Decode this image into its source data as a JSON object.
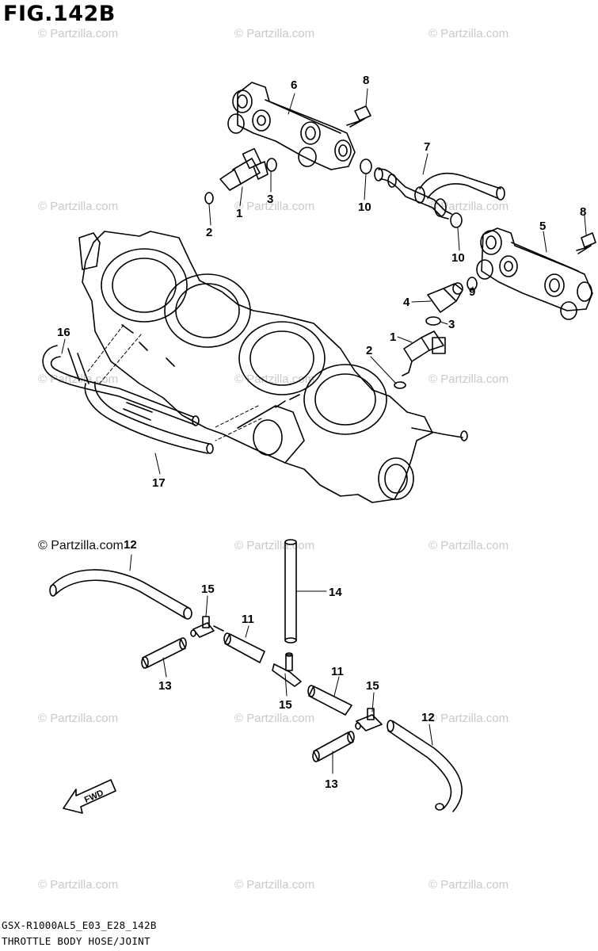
{
  "figure": {
    "title": "FIG.142B"
  },
  "watermark": {
    "text": "© Partzilla.com"
  },
  "callouts": {
    "c1a": "1",
    "c1b": "1",
    "c2a": "2",
    "c2b": "2",
    "c3a": "3",
    "c3b": "3",
    "c4": "4",
    "c5": "5",
    "c6": "6",
    "c7": "7",
    "c8a": "8",
    "c8b": "8",
    "c9": "9",
    "c10a": "10",
    "c10b": "10",
    "c11a": "11",
    "c11b": "11",
    "c12a": "12",
    "c12b": "12",
    "c13a": "13",
    "c13b": "13",
    "c14": "14",
    "c15a": "15",
    "c15b": "15",
    "c15c": "15",
    "c16": "16",
    "c17": "17"
  },
  "fwd_label": "FWD",
  "footer": {
    "code": "GSX-R1000AL5_E03_E28_142B",
    "description": "THROTTLE BODY HOSE/JOINT"
  },
  "colors": {
    "line": "#000000",
    "watermark": "#c9c9c9",
    "background": "#ffffff"
  }
}
